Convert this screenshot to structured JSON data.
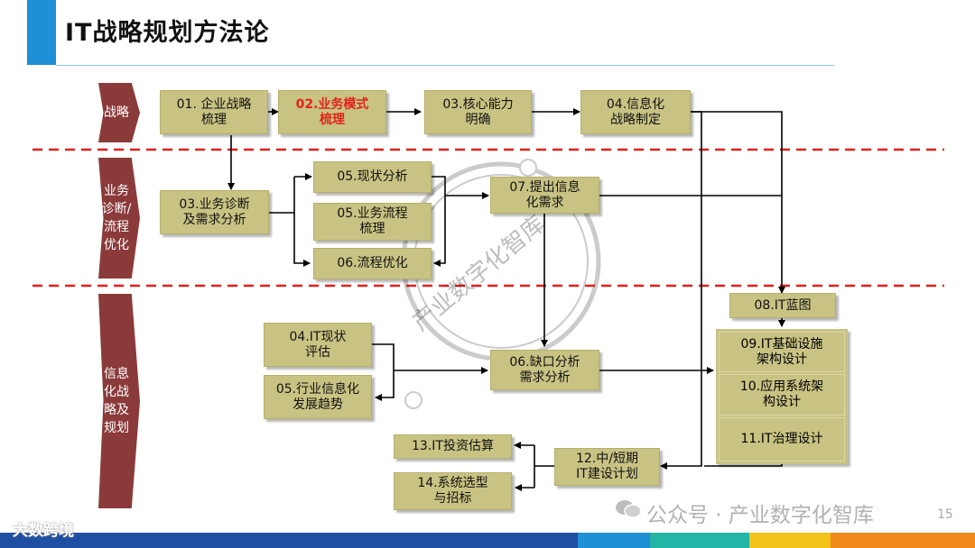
{
  "title": "IT战略规划方法论",
  "phases": [
    {
      "label": "战略"
    },
    {
      "label": "业务\n诊断/\n流程\n优化"
    },
    {
      "label": "信息\n化战\n略及\n规划"
    }
  ],
  "boxes": {
    "b01": "01. 企业战略\n梳理",
    "b02": "02.业务模式\n梳理",
    "b03top": "03.核心能力\n明确",
    "b04top": "04.信息化\n战略制定",
    "b03": "03.业务诊断\n及需求分析",
    "b05a": "05.现状分析",
    "b05b": "05.业务流程\n梳理",
    "b06": "06.流程优化",
    "b07": "07.提出信息\n化需求",
    "b08": "08.IT蓝图",
    "b09": "09.IT基础设施\n架构设计",
    "b10": "10.应用系统架\n构设计",
    "b11": "11.IT治理设计",
    "b04it": "04.IT现状\n评估",
    "b05it": "05.行业信息化\n发展趋势",
    "b06gap": "06.缺口分析\n需求分析",
    "b12": "12.中/短期\nIT建设计划",
    "b13": "13.IT投资估算",
    "b14": "14.系统选型\n与招标"
  },
  "watermark": {
    "stamp_text": "产业数字化智库",
    "wechat_text": "公众号 · 产业数字化智库",
    "brand": "大数跨境",
    "page": "15"
  },
  "colors": {
    "accent": "#1f8fd6",
    "phase": "#8b3a3a",
    "box": "#c8c383",
    "divider": "#e0201b",
    "highlight": "#e2231a"
  }
}
